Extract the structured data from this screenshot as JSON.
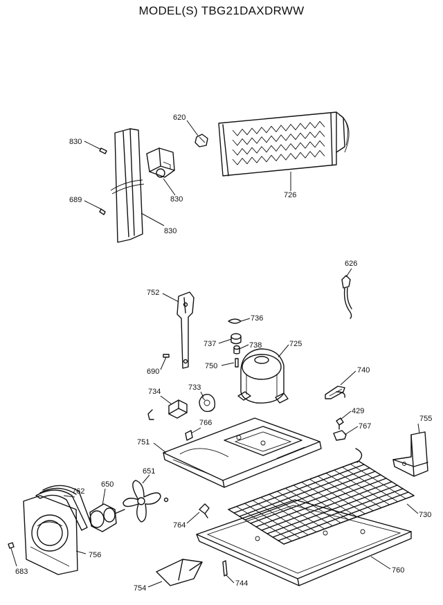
{
  "header": {
    "title": "MODEL(S) TBG21DAXDRWW"
  },
  "callouts": [
    {
      "id": "c830a",
      "text": "830"
    },
    {
      "id": "c689",
      "text": "689"
    },
    {
      "id": "c830b",
      "text": "830"
    },
    {
      "id": "c830c",
      "text": "830"
    },
    {
      "id": "c620",
      "text": "620"
    },
    {
      "id": "c726",
      "text": "726"
    },
    {
      "id": "c626",
      "text": "626"
    },
    {
      "id": "c752",
      "text": "752"
    },
    {
      "id": "c736",
      "text": "736"
    },
    {
      "id": "c737",
      "text": "737"
    },
    {
      "id": "c738",
      "text": "738"
    },
    {
      "id": "c725",
      "text": "725"
    },
    {
      "id": "c690",
      "text": "690"
    },
    {
      "id": "c750",
      "text": "750"
    },
    {
      "id": "c740",
      "text": "740"
    },
    {
      "id": "c733",
      "text": "733"
    },
    {
      "id": "c734",
      "text": "734"
    },
    {
      "id": "c429",
      "text": "429"
    },
    {
      "id": "c755",
      "text": "755"
    },
    {
      "id": "c766",
      "text": "766"
    },
    {
      "id": "c767",
      "text": "767"
    },
    {
      "id": "c751",
      "text": "751"
    },
    {
      "id": "c651",
      "text": "651"
    },
    {
      "id": "c762",
      "text": "762"
    },
    {
      "id": "c650",
      "text": "650"
    },
    {
      "id": "c730",
      "text": "730"
    },
    {
      "id": "c764",
      "text": "764"
    },
    {
      "id": "c756",
      "text": "756"
    },
    {
      "id": "c683",
      "text": "683"
    },
    {
      "id": "c760",
      "text": "760"
    },
    {
      "id": "c754",
      "text": "754"
    },
    {
      "id": "c744",
      "text": "744"
    }
  ]
}
